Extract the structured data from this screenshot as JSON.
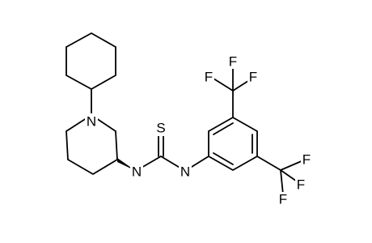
{
  "structure": {
    "atoms": [
      {
        "id": "n_pip",
        "label": "N"
      },
      {
        "id": "n_left",
        "label": "N"
      },
      {
        "id": "n_right",
        "label": "N"
      },
      {
        "id": "s",
        "label": "S"
      },
      {
        "id": "f1",
        "label": "F"
      },
      {
        "id": "f2",
        "label": "F"
      },
      {
        "id": "f3",
        "label": "F"
      },
      {
        "id": "f4",
        "label": "F"
      },
      {
        "id": "f5",
        "label": "F"
      },
      {
        "id": "f6",
        "label": "F"
      }
    ]
  },
  "colors": {
    "bond": "#000000",
    "label": "#000000",
    "background": "#ffffff"
  }
}
